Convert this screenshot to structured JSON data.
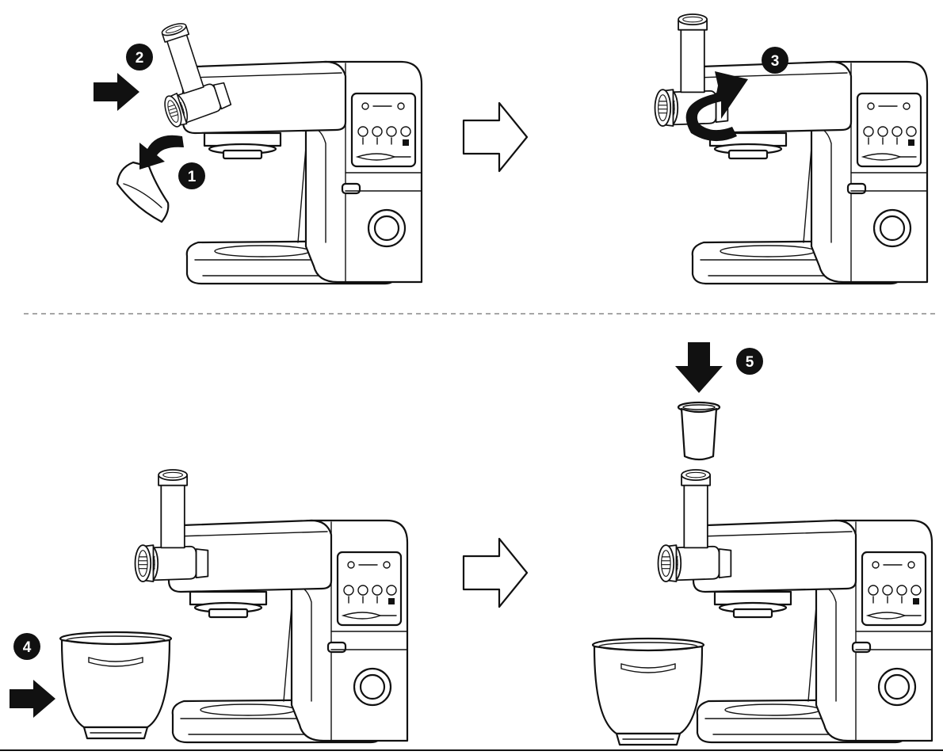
{
  "figure": {
    "panels": [
      {
        "id": "top-left",
        "steps": [
          "1",
          "2"
        ]
      },
      {
        "id": "top-right",
        "steps": [
          "3"
        ]
      },
      {
        "id": "bottom-left",
        "steps": [
          "4"
        ]
      },
      {
        "id": "bottom-right",
        "steps": [
          "5"
        ]
      }
    ],
    "step_labels": {
      "s1": "1",
      "s2": "2",
      "s3": "3",
      "s4": "4",
      "s5": "5"
    },
    "colors": {
      "line": "#111111",
      "fill": "#ffffff",
      "badge": "#111111"
    },
    "icons": [
      "stand-mixer",
      "meat-grinder-attachment",
      "bowl",
      "pusher",
      "solid-arrow",
      "outline-arrow",
      "rotate-arrow",
      "curved-arrow"
    ]
  }
}
